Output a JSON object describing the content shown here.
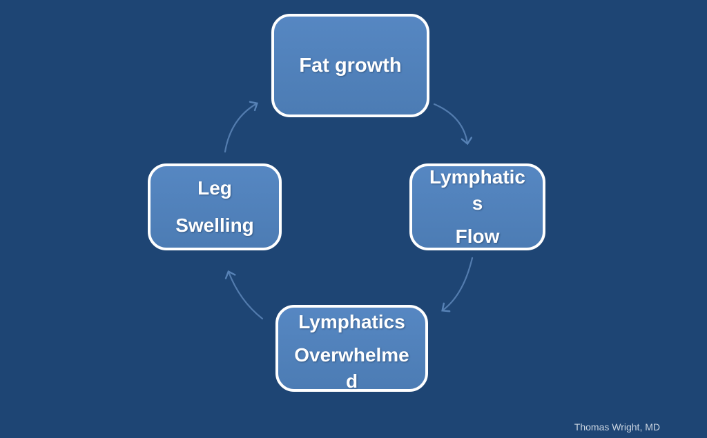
{
  "slide": {
    "background_color": "#1e4574",
    "box_fill_color": "#4f81bd",
    "box_border_color": "#ffffff",
    "arrow_color": "#567fb2",
    "attribution": "Thomas Wright, MD"
  },
  "diagram": {
    "type": "cycle",
    "flow_order": [
      "Fat growth",
      "Lymphatics Flow",
      "Lymphatics Overwhelmed",
      "Leg Swelling",
      "Fat growth"
    ],
    "nodes": [
      {
        "id": "fat-growth",
        "label": "Fat growth",
        "lines": [
          [
            "Fat growth"
          ]
        ]
      },
      {
        "id": "lymphatics-flow",
        "label": "Lymphatics Flow",
        "lines": [
          [
            "Lymphatic",
            "s"
          ],
          [
            "Flow"
          ]
        ]
      },
      {
        "id": "lymphatics-overwhelmed",
        "label": "Lymphatics Overwhelmed",
        "lines": [
          [
            "Lymphatics"
          ],
          [
            "Overwhelme",
            "d"
          ]
        ]
      },
      {
        "id": "leg-swelling",
        "label": "Leg Swelling",
        "lines": [
          [
            "Leg"
          ],
          [
            "Swelling"
          ]
        ]
      }
    ],
    "arrows": [
      {
        "name": "fat-growth-to-lymphatics-flow"
      },
      {
        "name": "lymphatics-flow-to-lymphatics-overwhelmed"
      },
      {
        "name": "lymphatics-overwhelmed-to-leg-swelling"
      },
      {
        "name": "leg-swelling-to-fat-growth"
      }
    ]
  }
}
